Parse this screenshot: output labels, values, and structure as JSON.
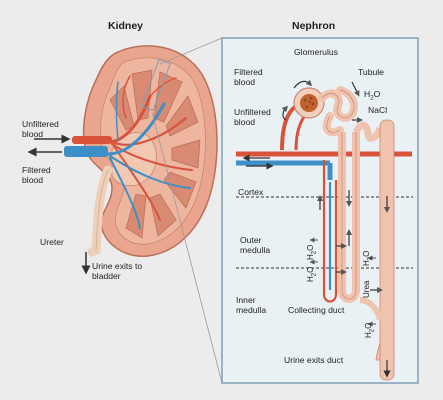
{
  "headings": {
    "kidney": "Kidney",
    "nephron": "Nephron"
  },
  "kidney_labels": {
    "unfiltered_blood": "Unfiltered blood",
    "filtered_blood": "Filtered blood",
    "ureter": "Ureter",
    "urine_exits": "Urine exits to bladder"
  },
  "nephron_labels": {
    "glomerulus": "Glomerulus",
    "filtered_blood": "Filtered blood",
    "tubule": "Tubule",
    "unfiltered_blood": "Unfiltered blood",
    "h2o": "H",
    "h2o_sub": "2",
    "h2o_tail": "O",
    "nacl": "NaCl",
    "cortex": "Cortex",
    "outer_medulla": "Outer medulla",
    "inner_medulla": "Inner medulla",
    "urea": "Urea",
    "collecting_duct": "Collecting duct",
    "urine_exits_duct": "Urine exits duct"
  },
  "colors": {
    "background": "#ececec",
    "kidney_tissue": "#e8a890",
    "medulla": "#d98a73",
    "artery": "#d9533a",
    "vein": "#3d8fc7",
    "ureter": "#efd0b8",
    "panel_border": "#7e9fb3",
    "panel_fill": "#eaf1f5"
  }
}
